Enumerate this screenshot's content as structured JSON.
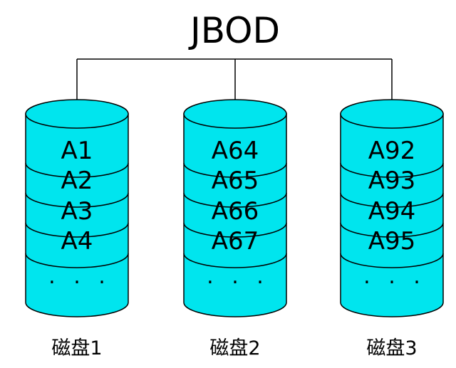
{
  "title": "JBOD",
  "disks": [
    {
      "label": "磁盘1",
      "blocks": [
        "A1",
        "A2",
        "A3",
        "A4"
      ],
      "ellipsis": ". . ."
    },
    {
      "label": "磁盘2",
      "blocks": [
        "A64",
        "A65",
        "A66",
        "A67"
      ],
      "ellipsis": ". . ."
    },
    {
      "label": "磁盘3",
      "blocks": [
        "A92",
        "A93",
        "A94",
        "A95"
      ],
      "ellipsis": ". . ."
    }
  ],
  "colors": {
    "fill": "#00e5ee",
    "stroke": "#000000",
    "line": "#000000"
  }
}
